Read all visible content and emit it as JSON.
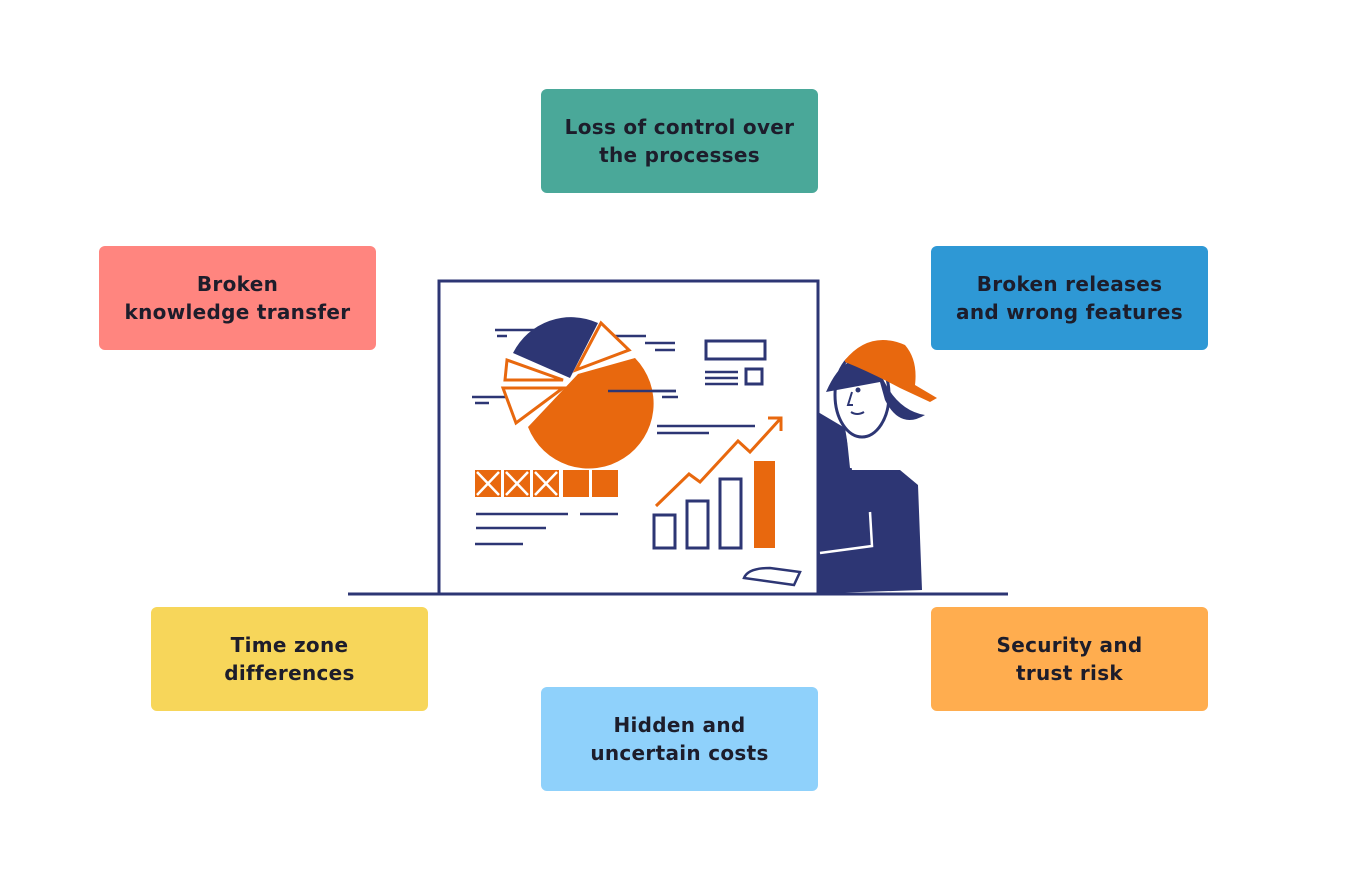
{
  "title": "Outsourcing challenges",
  "colors": {
    "navy": "#2d3674",
    "orange": "#e8680e"
  },
  "cards": [
    {
      "label": "Loss of control over\nthe processes",
      "color": "#4aa899"
    },
    {
      "label": "Broken\nknowledge transfer",
      "color": "#ff857f"
    },
    {
      "label": "Broken releases\nand wrong features",
      "color": "#2e98d5"
    },
    {
      "label": "Time zone\ndifferences",
      "color": "#f7d65a"
    },
    {
      "label": "Security and\ntrust risk",
      "color": "#ffad4f"
    },
    {
      "label": "Hidden and\nuncertain costs",
      "color": "#8fd1fb"
    }
  ]
}
